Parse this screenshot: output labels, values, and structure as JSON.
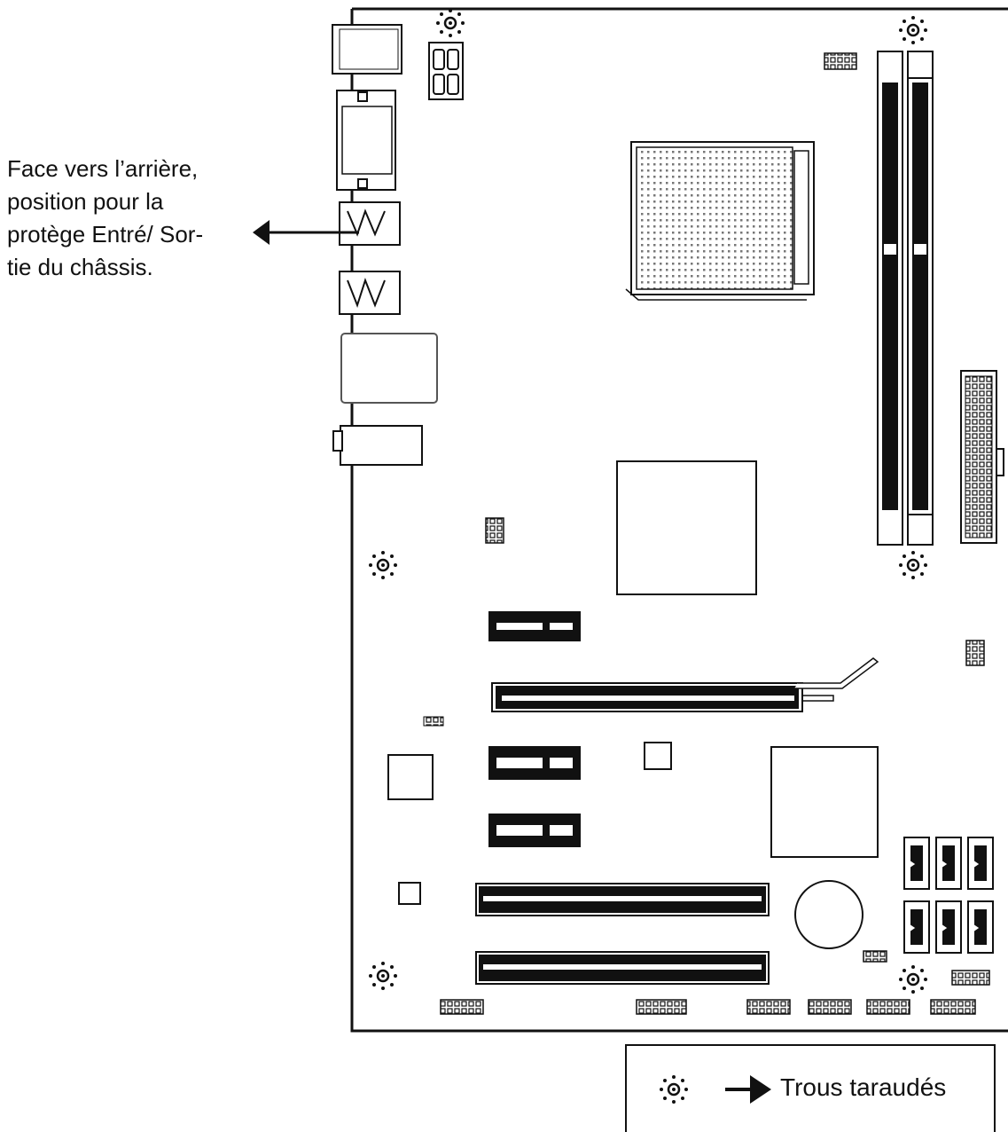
{
  "annotation": {
    "lines": [
      "Face vers l’arrière,",
      "position  pour  la",
      "protège Entré/ Sor-",
      "tie du châssis."
    ]
  },
  "legend": {
    "label": "Trous taraudés",
    "icon": "screw-hole-icon",
    "arrow_icon": "arrow-right-icon"
  },
  "colors": {
    "line": "#111111",
    "fill_dark": "#111111",
    "background": "#ffffff"
  }
}
